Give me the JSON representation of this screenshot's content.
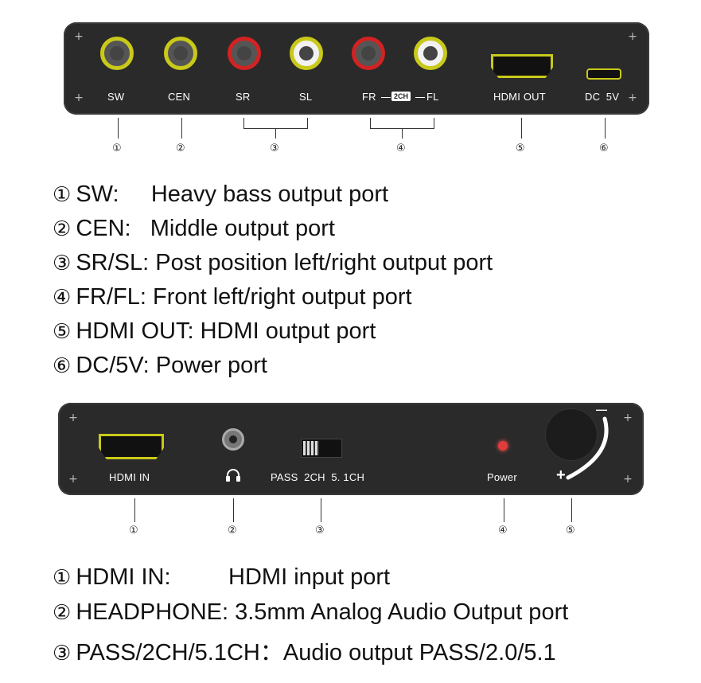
{
  "top_panel": {
    "ports": [
      {
        "label": "SW"
      },
      {
        "label": "CEN"
      },
      {
        "label": "SR"
      },
      {
        "label": "SL"
      },
      {
        "label_left": "FR",
        "badge": "2CH",
        "label_right": "FL"
      },
      {
        "label": "HDMI OUT"
      },
      {
        "label": "DC  5V"
      }
    ],
    "markers": [
      "①",
      "②",
      "③",
      "④",
      "⑤",
      "⑥"
    ]
  },
  "top_descriptions": [
    {
      "num": "①",
      "text": "SW:     Heavy bass output port"
    },
    {
      "num": "②",
      "text": "CEN:   Middle output port"
    },
    {
      "num": "③",
      "text": "SR/SL: Post position left/right output port"
    },
    {
      "num": "④",
      "text": "FR/FL: Front left/right output port"
    },
    {
      "num": "⑤",
      "text": "HDMI OUT: HDMI output port"
    },
    {
      "num": "⑥",
      "text": "DC/5V: Power port"
    }
  ],
  "bottom_panel": {
    "labels": {
      "hdmi_in": "HDMI IN",
      "switch": "PASS  2CH  5. 1CH",
      "power": "Power",
      "plus": "+",
      "minus": "—"
    },
    "markers": [
      "①",
      "②",
      "③",
      "④",
      "⑤"
    ]
  },
  "bottom_descriptions": [
    {
      "num": "①",
      "text": "HDMI IN:         HDMI input port"
    },
    {
      "num": "②",
      "text": "HEADPHONE: 3.5mm Analog Audio Output port"
    },
    {
      "num": "③",
      "text": "PASS/2CH/5.1CH：Audio output PASS/2.0/5.1"
    }
  ],
  "colors": {
    "panel": "#2a2a2a",
    "jack_yellow": "#c9c91a",
    "jack_red": "#d32222",
    "jack_white": "#f2f2f2",
    "power_led": "#e23b3b"
  }
}
